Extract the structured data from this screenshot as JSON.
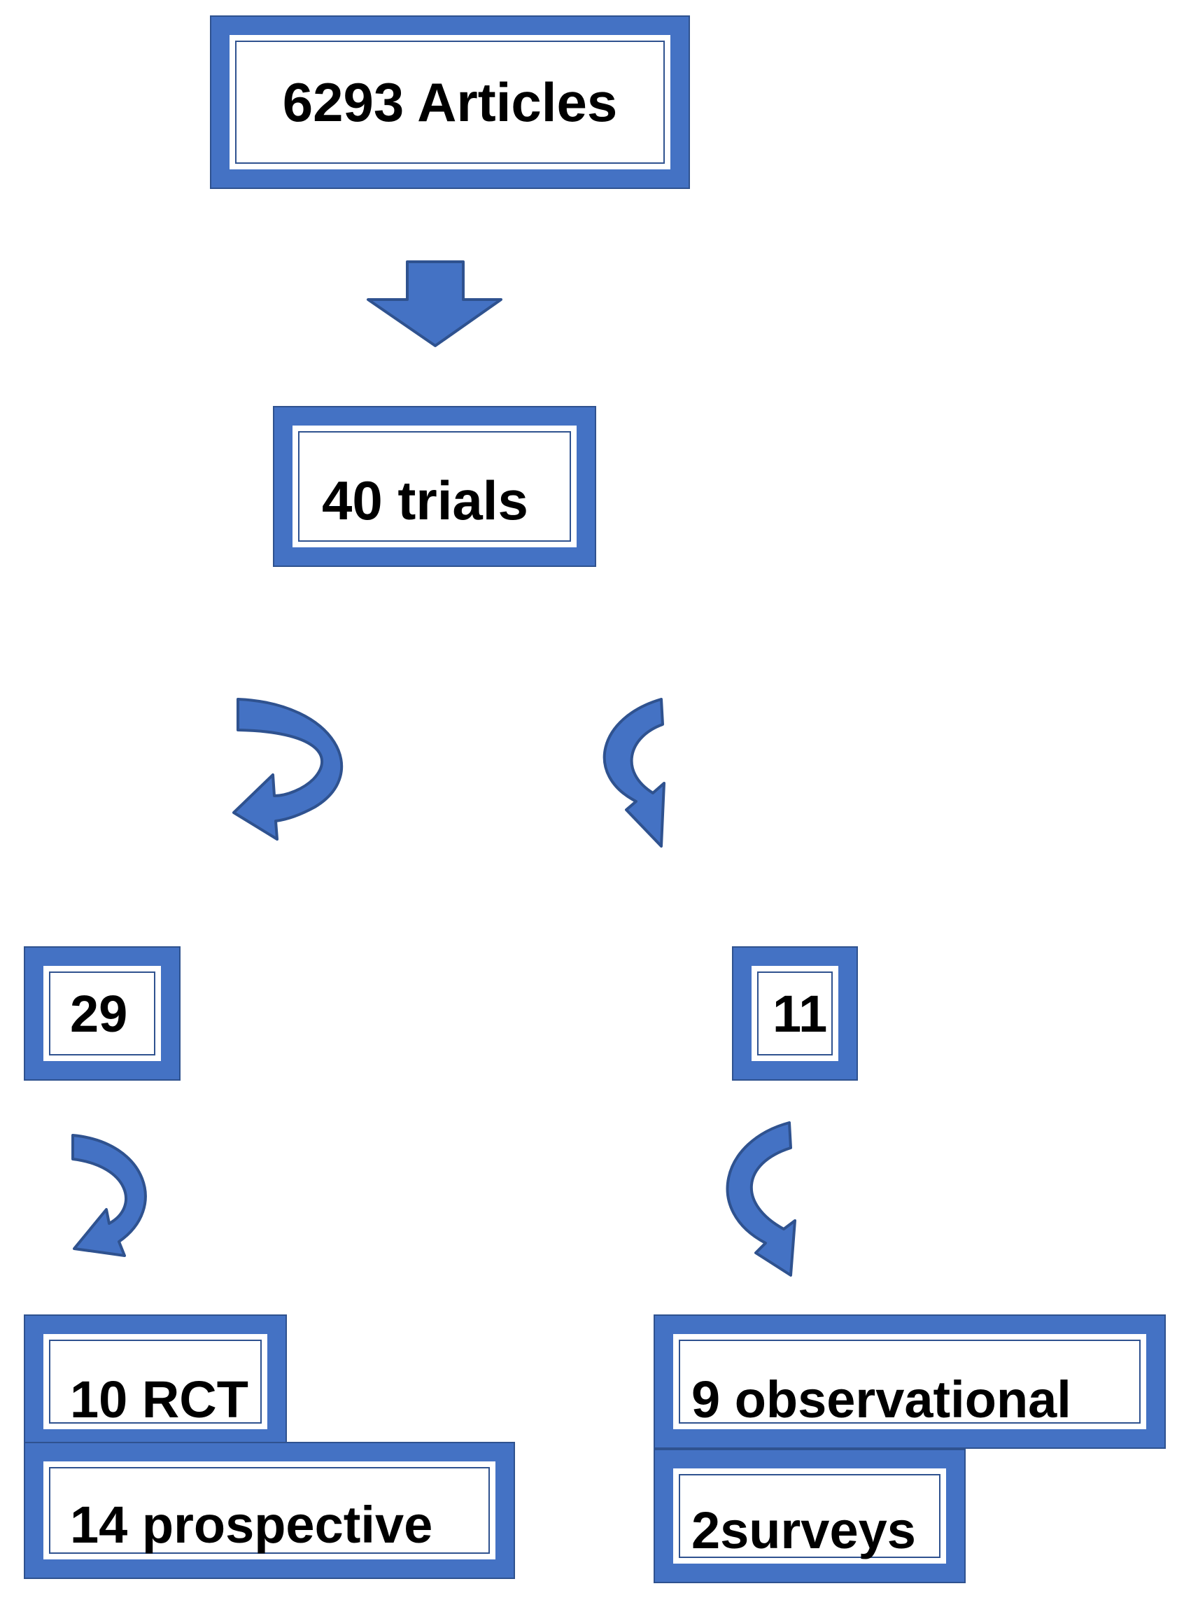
{
  "flowchart": {
    "top": "6293 Articles",
    "middle": "40 trials",
    "left_branch": "29",
    "right_branch": "11",
    "left_leaf_1": "10 RCT",
    "left_leaf_2": "14 prospective",
    "right_leaf_1": "9 observational",
    "right_leaf_2": "2surveys"
  },
  "colors": {
    "box_border": "#4472c4",
    "arrow_fill": "#4472c4",
    "arrow_stroke": "#2f528f",
    "text": "#000000"
  }
}
